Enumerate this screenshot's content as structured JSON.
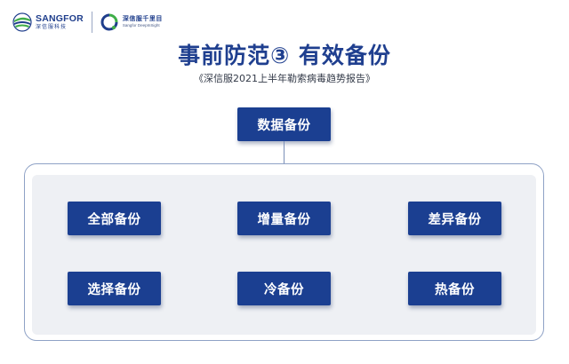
{
  "header": {
    "sangfor_name": "SANGFOR",
    "sangfor_cn": "深信服科技",
    "deep_name": "深信服千里目",
    "deep_en": "Sangfor DeepInSight"
  },
  "title": "事前防范③ 有效备份",
  "subtitle": "《深信服2021上半年勒索病毒趋势报告》",
  "diagram": {
    "root": "数据备份",
    "children": [
      "全部备份",
      "增量备份",
      "差异备份",
      "选择备份",
      "冷备份",
      "热备份"
    ]
  },
  "colors": {
    "node_fill": "#1b3f91",
    "title": "#1f3f8f",
    "panel_bg": "#eef0f4",
    "panel_border": "#8fa2c6",
    "logo_green": "#3fae49",
    "logo_blue": "#1f3e8c"
  },
  "icons": {
    "sangfor_logo": "sangfor-logo-icon",
    "deepinsight_logo": "deepinsight-logo-icon"
  }
}
